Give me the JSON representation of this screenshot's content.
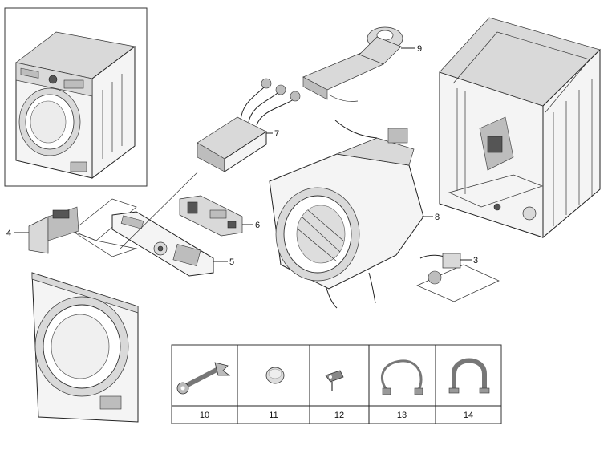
{
  "callouts": [
    {
      "id": "4",
      "label": "4"
    },
    {
      "id": "5",
      "label": "5"
    },
    {
      "id": "6",
      "label": "6"
    },
    {
      "id": "7",
      "label": "7"
    },
    {
      "id": "8",
      "label": "8"
    },
    {
      "id": "9",
      "label": "9"
    },
    {
      "id": "3",
      "label": "3"
    }
  ],
  "accessories": [
    {
      "label": "10",
      "icon": "spanner-icon"
    },
    {
      "label": "11",
      "icon": "cap-icon"
    },
    {
      "label": "12",
      "icon": "bracket-icon"
    },
    {
      "label": "13",
      "icon": "hose-icon"
    },
    {
      "label": "14",
      "icon": "hose-guide-icon"
    }
  ]
}
